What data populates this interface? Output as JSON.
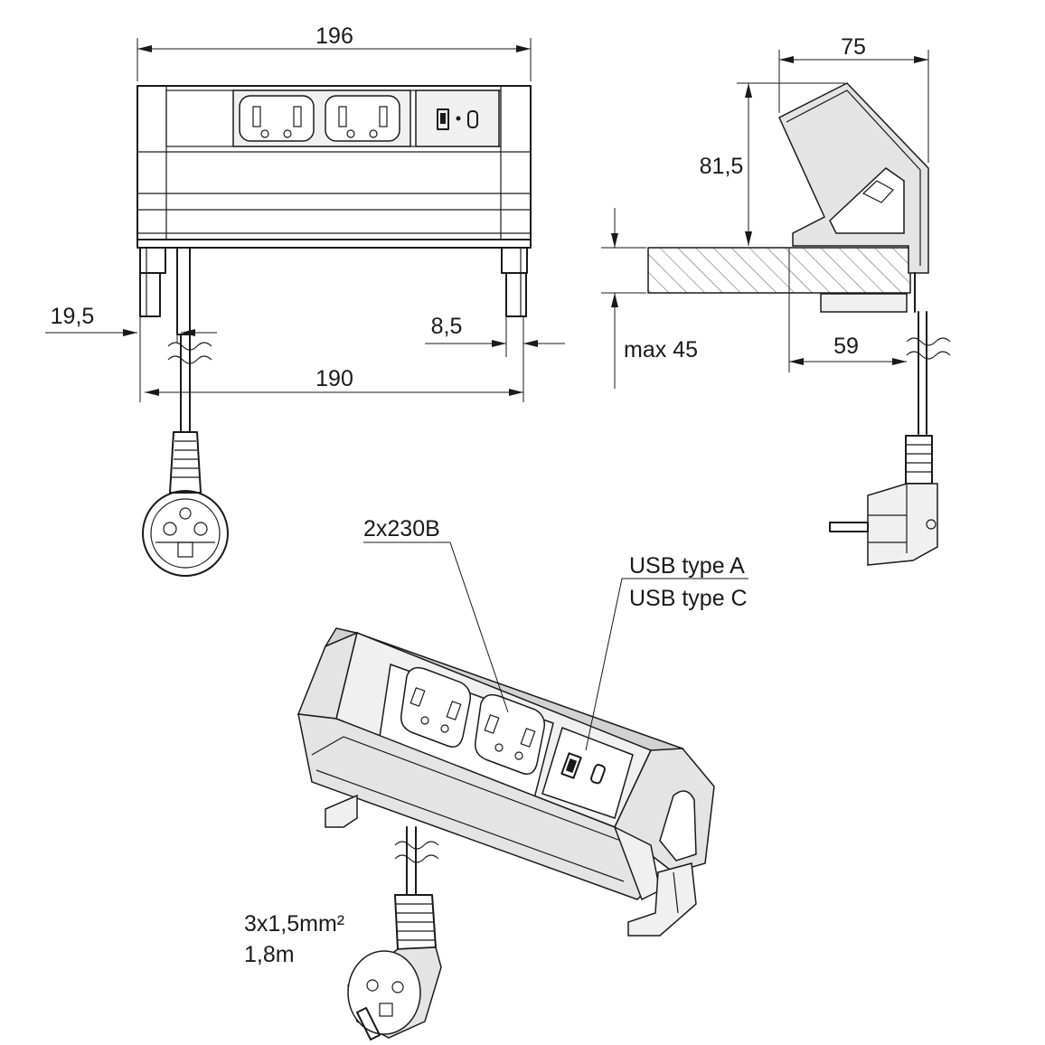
{
  "dimensions": {
    "top_width": "196",
    "depth": "75",
    "height": "81,5",
    "clamp_offset_left": "19,5",
    "clamp_foot": "8,5",
    "clamp_span": "190",
    "max_thickness": "max 45",
    "clamp_depth": "59"
  },
  "callouts": {
    "sockets": "2x230B",
    "usb_a": "USB type A",
    "usb_c": "USB type C",
    "cable_section": "3x1,5mm²",
    "cable_length": "1,8m"
  },
  "colors": {
    "line": "#1a1a1a",
    "body_fill": "#e4e4e4",
    "panel_fill": "#f0f0f0",
    "tabletop_hatch": "#555555"
  }
}
